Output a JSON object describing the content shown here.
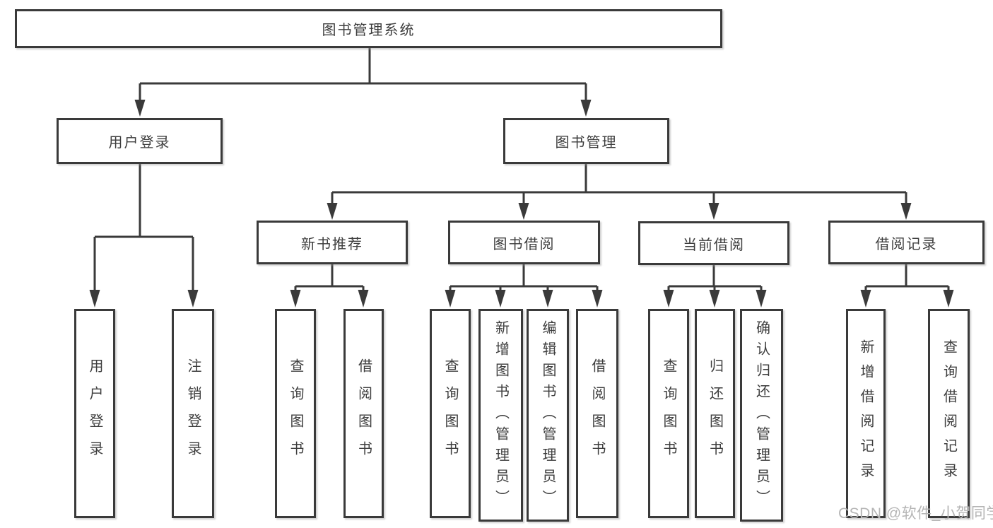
{
  "colors": {
    "background": "#ffffff",
    "line": "#3a3a3a",
    "border": "#3a3a3a",
    "text": "#3d3d3d",
    "watermark": "#b5b5b5"
  },
  "watermark": {
    "text": "CSDN @软件_小贺同学"
  },
  "diagram": {
    "type": "tree",
    "root": {
      "label": "图书管理系统",
      "children": [
        {
          "label": "用户登录",
          "children": [
            {
              "label": "用户登录"
            },
            {
              "label": "注销登录"
            }
          ]
        },
        {
          "label": "图书管理",
          "children": [
            {
              "label": "新书推荐",
              "children": [
                {
                  "label": "查询图书"
                },
                {
                  "label": "借阅图书"
                }
              ]
            },
            {
              "label": "图书借阅",
              "children": [
                {
                  "label": "查询图书"
                },
                {
                  "label": "新增图书（管理员）"
                },
                {
                  "label": "编辑图书（管理员）"
                },
                {
                  "label": "借阅图书"
                }
              ]
            },
            {
              "label": "当前借阅",
              "children": [
                {
                  "label": "查询图书"
                },
                {
                  "label": "归还图书"
                },
                {
                  "label": "确认归还（管理员）"
                }
              ]
            },
            {
              "label": "借阅记录",
              "children": [
                {
                  "label": "新增借阅记录"
                },
                {
                  "label": "查询借阅记录"
                }
              ]
            }
          ]
        }
      ]
    }
  }
}
